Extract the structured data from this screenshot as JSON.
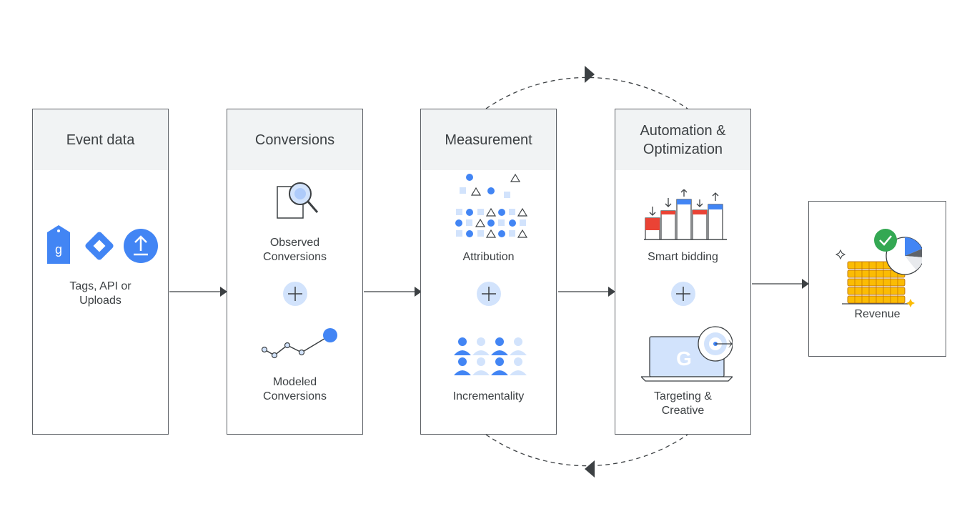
{
  "stages": [
    {
      "title": [
        "Event data"
      ],
      "items": [
        {
          "label": [
            "Tags, API or",
            "Uploads"
          ]
        }
      ]
    },
    {
      "title": [
        "Conversions"
      ],
      "items": [
        {
          "label": [
            "Observed",
            "Conversions"
          ]
        },
        {
          "label": [
            "Modeled",
            "Conversions"
          ]
        }
      ]
    },
    {
      "title": [
        "Measurement"
      ],
      "items": [
        {
          "label": [
            "Attribution"
          ]
        },
        {
          "label": [
            "Incrementality"
          ]
        }
      ]
    },
    {
      "title": [
        "Automation &",
        "Optimization"
      ],
      "items": [
        {
          "label": [
            "Smart bidding"
          ]
        },
        {
          "label": [
            "Targeting &",
            "Creative"
          ]
        }
      ]
    }
  ],
  "result": {
    "label": "Revenue"
  },
  "icons": {
    "tag": "google-tag-icon",
    "gtm": "tag-manager-icon",
    "upload": "upload-icon",
    "tag_letter": "g",
    "search_doc": "magnifier-document-icon",
    "trend": "trend-line-icon",
    "shapes": "scattered-shapes-icon",
    "people": "people-grid-icon",
    "bids": "bid-bars-icon",
    "laptop": "laptop-target-icon",
    "laptop_letter": "G",
    "coins": "coins-chart-icon",
    "plus": "plus-icon"
  },
  "colors": {
    "blue": "#4285f4",
    "light_blue": "#d2e3fc",
    "red": "#ea4335",
    "green": "#34a853",
    "gold": "#fbbc04",
    "header_bg": "#f1f3f4",
    "border": "#5f6368"
  }
}
